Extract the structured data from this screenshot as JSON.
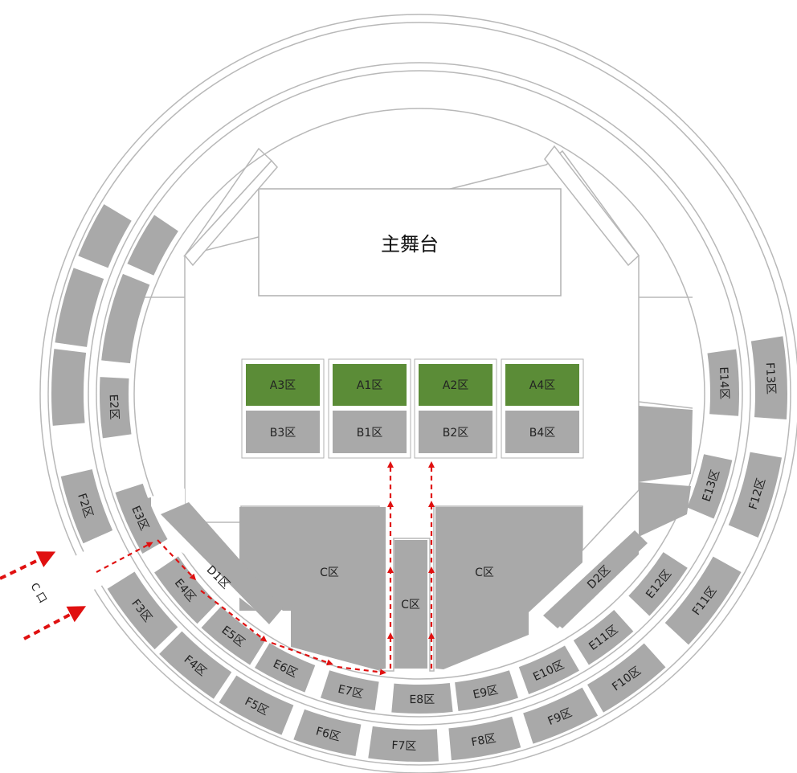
{
  "stage": {
    "label": "主舞台"
  },
  "gate": {
    "label": "C 口"
  },
  "colors": {
    "section_gray": "#a9a9a9",
    "section_green": "#5b8c37",
    "path_red": "#e01010",
    "ring_line": "#b8b8b8"
  },
  "floor": {
    "A": [
      "A3区",
      "A1区",
      "A2区",
      "A4区"
    ],
    "B": [
      "B3区",
      "B1区",
      "B2区",
      "B4区"
    ],
    "C_left": "C区",
    "C_mid": "C区",
    "C_right": "C区",
    "D1": "D1区",
    "D2": "D2区"
  },
  "ring_e": [
    "E2区",
    "E3区",
    "E4区",
    "E5区",
    "E6区",
    "E7区",
    "E8区",
    "E9区",
    "E10区",
    "E11区",
    "E12区",
    "E13区",
    "E14区"
  ],
  "ring_f": [
    "F2区",
    "F3区",
    "F4区",
    "F5区",
    "F6区",
    "F7区",
    "F8区",
    "F9区",
    "F10区",
    "F11区",
    "F12区",
    "F13区"
  ]
}
